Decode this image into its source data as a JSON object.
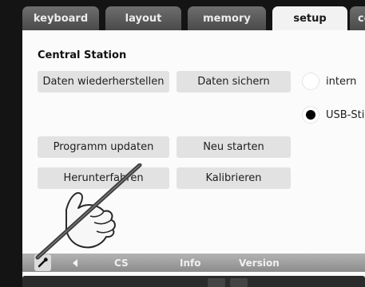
{
  "tabs": [
    {
      "label": "keyboard",
      "active": false
    },
    {
      "label": "layout",
      "active": false
    },
    {
      "label": "memory",
      "active": false
    },
    {
      "label": "setup",
      "active": true
    },
    {
      "label": "co",
      "active": false
    }
  ],
  "section": {
    "title": "Central Station"
  },
  "buttons": {
    "restore": "Daten wiederherstellen",
    "backup": "Daten sichern",
    "update": "Programm updaten",
    "restart": "Neu starten",
    "shutdown": "Herunterfahren",
    "calibrate": "Kalibrieren"
  },
  "storage_options": [
    {
      "label": "intern",
      "selected": false
    },
    {
      "label": "USB-Sti",
      "selected": true
    }
  ],
  "bottom_bar": {
    "cs": "CS",
    "info": "Info",
    "version": "Version"
  },
  "icons": {
    "settings": "wrench-icon",
    "back": "back-arrow-icon",
    "overlay": "pointing-hand-icon"
  },
  "colors": {
    "active_tab": "#f2f2f2",
    "tab": "#5a5a5a",
    "button": "#e2e2e2",
    "bottom_bar": "#a0a0a0"
  }
}
